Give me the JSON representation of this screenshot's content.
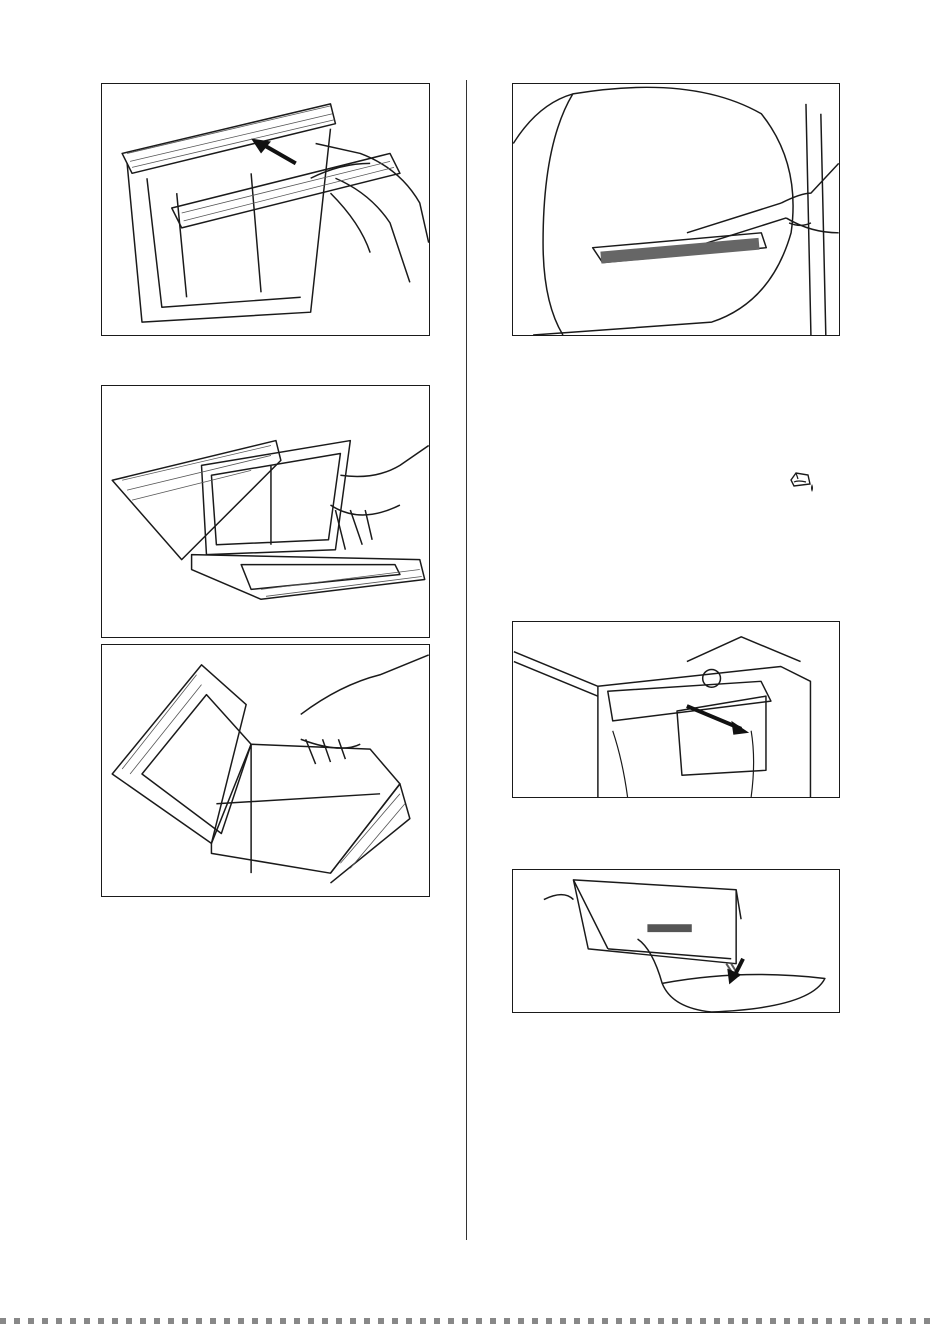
{
  "page": {
    "figures": [
      {
        "id": "fig-1",
        "icon": "remove-filter-illustration"
      },
      {
        "id": "fig-2",
        "icon": "clean-filter-outer-illustration"
      },
      {
        "id": "fig-3",
        "icon": "clean-filter-inner-illustration"
      },
      {
        "id": "fig-4",
        "icon": "vacuum-filter-seat-illustration"
      },
      {
        "id": "fig-5",
        "icon": "pull-out-water-tank-illustration"
      },
      {
        "id": "fig-6",
        "icon": "empty-water-tank-illustration"
      }
    ],
    "symbols": {
      "tank_icon": "water-container-icon"
    },
    "colors": {
      "line": "#1a1a1a",
      "accent_arrow": "#111111",
      "background": "#ffffff"
    }
  }
}
